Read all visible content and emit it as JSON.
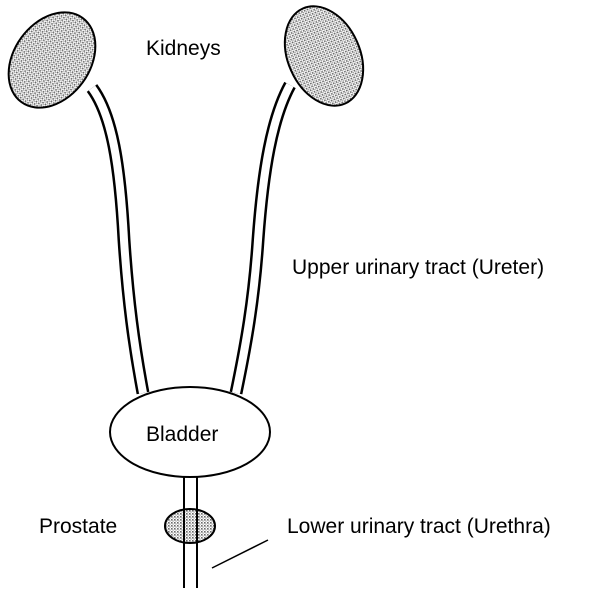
{
  "labels": {
    "kidneys": "Kidneys",
    "upper_tract": "Upper urinary tract (Ureter)",
    "bladder": "Bladder",
    "prostate": "Prostate",
    "lower_tract": "Lower urinary tract (Urethra)"
  },
  "colors": {
    "stroke": "#000000",
    "kidney_fill": "#d4d4d4",
    "background": "#ffffff"
  }
}
